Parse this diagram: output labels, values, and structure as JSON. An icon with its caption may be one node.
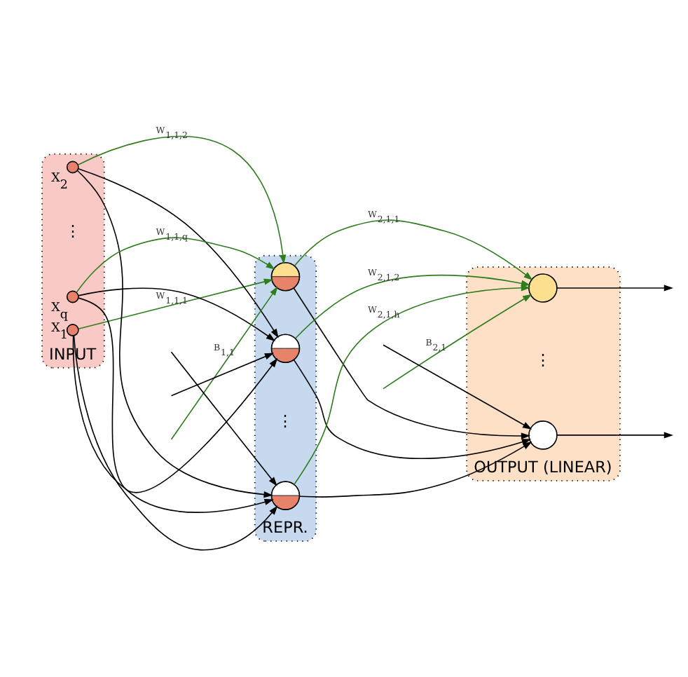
{
  "diagram": {
    "nodes": [
      {
        "text": [
          "INPUT"
        ]
      },
      {
        "text": [
          "REPR."
        ]
      },
      {
        "text": [
          "OUTPUT (LINEAR)"
        ]
      },
      {
        "text": [],
        "shape": "circle",
        "in": 0,
        "beside": [
          "X$_{1}$"
        ]
      },
      {
        "text": [],
        "shape": "circle",
        "in": 0,
        "beside": [
          "X$_{2}$"
        ]
      },
      {
        "text": [],
        "shape": "circle",
        "in": 0,
        "beside": [
          "X$_{q}$"
        ]
      },
      {
        "text": [],
        "shape": "circle",
        "in": 1
      },
      {
        "text": [],
        "shape": "circle",
        "in": 1
      },
      {
        "text": [],
        "shape": "circle",
        "in": 1
      },
      {
        "text": [],
        "shape": "circle",
        "in": 2
      },
      {
        "text": [],
        "shape": "circle",
        "in": 2
      }
    ],
    "edges": [
      {
        "from": 3,
        "to": 6,
        "arrow": "to",
        "label": "W$_{1,1,1}$",
        "color": "#2e7d1e"
      },
      {
        "from": 4,
        "to": 6,
        "arrow": "to",
        "label": "W$_{1,1,2}$",
        "color": "#2e7d1e"
      },
      {
        "from": 5,
        "to": 6,
        "arrow": "to",
        "label": "W$_{1,1,q}$",
        "color": "#2e7d1e"
      },
      {
        "from": 3,
        "to": 7,
        "arrow": "to"
      },
      {
        "from": 4,
        "to": 7,
        "arrow": "to"
      },
      {
        "from": 5,
        "to": 7,
        "arrow": "to"
      },
      {
        "from": 3,
        "to": 8,
        "arrow": "to"
      },
      {
        "from": 4,
        "to": 8,
        "arrow": "to"
      },
      {
        "from": 5,
        "to": 8,
        "arrow": "to"
      },
      {
        "from": null,
        "to": 6,
        "arrow": "to",
        "label": "B$_{1,1}$",
        "color": "#2e7d1e"
      },
      {
        "from": null,
        "to": 7,
        "arrow": "to"
      },
      {
        "from": null,
        "to": 8,
        "arrow": "to"
      },
      {
        "from": 6,
        "to": 9,
        "arrow": "to",
        "label": "W$_{2,1,1}$",
        "color": "#2e7d1e"
      },
      {
        "from": 7,
        "to": 9,
        "arrow": "to",
        "label": "W$_{2,1,2}$",
        "color": "#2e7d1e"
      },
      {
        "from": 8,
        "to": 9,
        "arrow": "to",
        "label": "W$_{2,1,h}$",
        "color": "#2e7d1e"
      },
      {
        "from": 6,
        "to": 10,
        "arrow": "to"
      },
      {
        "from": 7,
        "to": 10,
        "arrow": "to"
      },
      {
        "from": 8,
        "to": 10,
        "arrow": "to"
      },
      {
        "from": null,
        "to": 9,
        "arrow": "to",
        "label": "B$_{2,1}$",
        "color": "#2e7d1e"
      },
      {
        "from": null,
        "to": 10,
        "arrow": "to"
      },
      {
        "from": 9,
        "to": null,
        "arrow": "to"
      },
      {
        "from": 10,
        "to": null,
        "arrow": "to"
      }
    ],
    "labels": [
      "⋮",
      "⋮",
      "⋮"
    ]
  }
}
